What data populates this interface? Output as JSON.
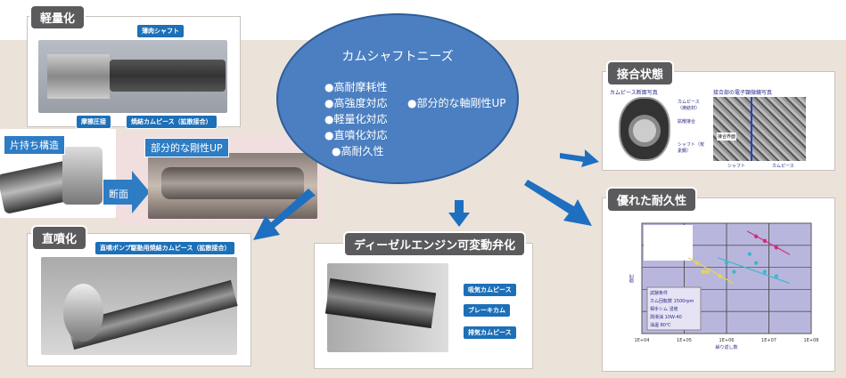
{
  "center": {
    "title": "カムシャフトニーズ",
    "needs": [
      "●高耐摩耗性",
      "●高強度対応",
      "●軽量化対応",
      "●直噴化対応",
      "●高耐久性",
      "●部分的な軸剛性UP"
    ]
  },
  "lightweight": {
    "title": "軽量化",
    "callouts": [
      "薄肉シャフト",
      "摩擦圧接",
      "焼結カムピース（拡散接合）"
    ]
  },
  "cantilever": {
    "label": "片持ち構造",
    "section_label": "断面",
    "stiffness_label": "部分的な剛性UP"
  },
  "direct_injection": {
    "title": "直噴化",
    "callout": "直噴ポンプ駆動用焼結カムピース（拡散接合）"
  },
  "diesel": {
    "title": "ディーゼルエンジン可変動弁化",
    "callouts": [
      "吸気カムピース",
      "ブレーキカム",
      "排気カムピース"
    ]
  },
  "joint": {
    "title": "接合状態",
    "left_caption": "カムピース断面写真",
    "right_caption": "接合部の電子顕微鏡写真",
    "labels": [
      "カムピース（焼結材）",
      "拡散接合",
      "シャフト（炭素鋼）",
      "接合界面",
      "シャフト",
      "カムピース"
    ]
  },
  "durability": {
    "title": "優れた耐久性"
  },
  "chart_data": {
    "type": "scatter",
    "title": "",
    "xlabel": "繰り返し数",
    "ylabel": "面圧",
    "x_scale": "log",
    "xlim": [
      10000,
      100000000
    ],
    "x_ticks": [
      "1E+04",
      "1E+05",
      "1E+06",
      "1E+07",
      "1E+08"
    ],
    "conditions": [
      "試験条件",
      "カム回転数 1500rpm",
      "相手シム 浸炭",
      "潤滑油 10W-40",
      "油温 80℃"
    ],
    "series": [
      {
        "name": "yellow",
        "color": "#e6d84a",
        "points": [
          [
            200000,
            2.6
          ],
          [
            280000,
            2.4
          ],
          [
            350000,
            2.4
          ],
          [
            700000,
            2.3
          ]
        ]
      },
      {
        "name": "cyan",
        "color": "#3fb7c9",
        "points": [
          [
            1000000,
            2.6
          ],
          [
            1500000,
            2.4
          ],
          [
            3500000,
            2.8
          ],
          [
            5000000,
            2.6
          ],
          [
            8000000,
            2.4
          ],
          [
            15000000,
            2.3
          ]
        ]
      },
      {
        "name": "magenta",
        "color": "#cc2e7a",
        "points": [
          [
            5000000,
            3.2
          ],
          [
            8000000,
            3.1
          ],
          [
            15000000,
            2.95
          ]
        ]
      }
    ]
  }
}
